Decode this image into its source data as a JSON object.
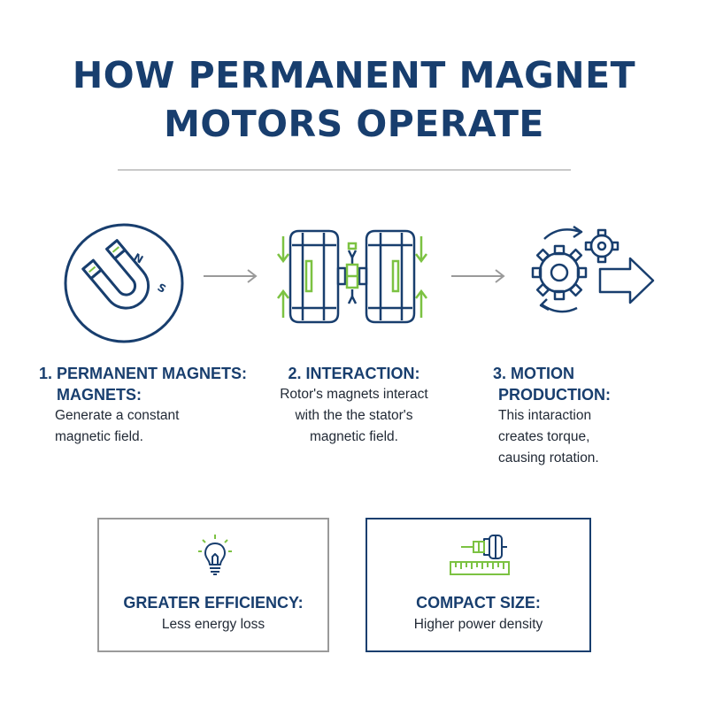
{
  "title": {
    "line1": "HOW PERMANENT MAGNET",
    "line2": "MOTORS OPERATE"
  },
  "steps": [
    {
      "heading_line1": "1. PERMANENT MAGNETS:",
      "heading_line2": "MAGNETS:",
      "body_line1": "Generate a constant",
      "body_line2": "magnetic field.",
      "magnet_pole_n": "N",
      "magnet_pole_s": "S"
    },
    {
      "heading_line1": "2. INTERACTION:",
      "body_line1": "Rotor's magnets interact",
      "body_line2": "with the the stator's",
      "body_line3": "magnetic field."
    },
    {
      "heading_line1": "3. MOTION",
      "heading_line2": "PRODUCTION:",
      "body_line1": "This intaraction",
      "body_line2": "creates torque,",
      "body_line3": "causing rotation."
    }
  ],
  "benefits": [
    {
      "heading": "GREATER EFFICIENCY:",
      "body": "Less energy loss"
    },
    {
      "heading": "COMPACT SIZE:",
      "body": "Higher power density"
    }
  ],
  "colors": {
    "navy": "#183e6e",
    "green": "#7cc242",
    "gray": "#9a9a9a"
  }
}
